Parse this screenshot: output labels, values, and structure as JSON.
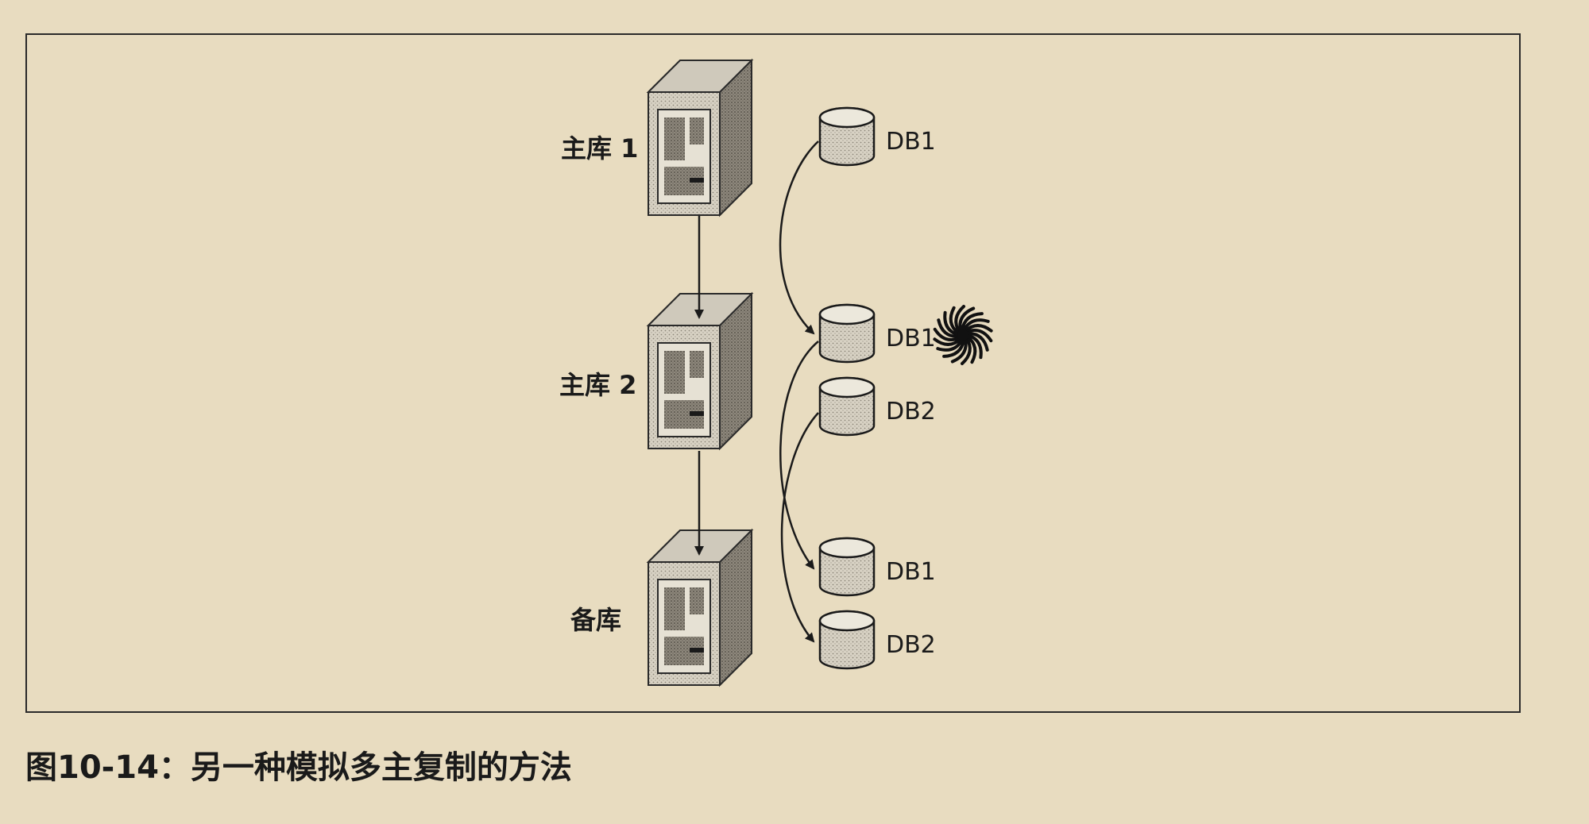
{
  "servers": [
    {
      "label": "主库 1"
    },
    {
      "label": "主库 2"
    },
    {
      "label": "备库"
    }
  ],
  "databases": [
    {
      "label": "DB1"
    },
    {
      "label": "DB1"
    },
    {
      "label": "DB2"
    },
    {
      "label": "DB1"
    },
    {
      "label": "DB2"
    }
  ],
  "caption": "图10-14：另一种模拟多主复制的方法",
  "icons": {
    "server": "server-tower-icon",
    "database": "database-cylinder-icon",
    "failure": "spiral-failure-icon"
  },
  "colors": {
    "background": "#e8dcc0",
    "ink": "#1a1a1a"
  }
}
